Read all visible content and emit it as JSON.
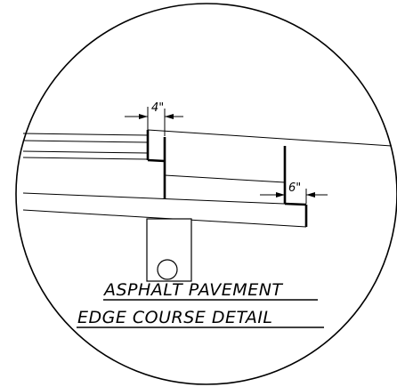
{
  "detail": {
    "title_line_1": "ASPHALT PAVEMENT",
    "title_line_2": "EDGE COURSE DETAIL"
  },
  "dimensions": {
    "left_step": "4\"",
    "right_step": "6\""
  }
}
